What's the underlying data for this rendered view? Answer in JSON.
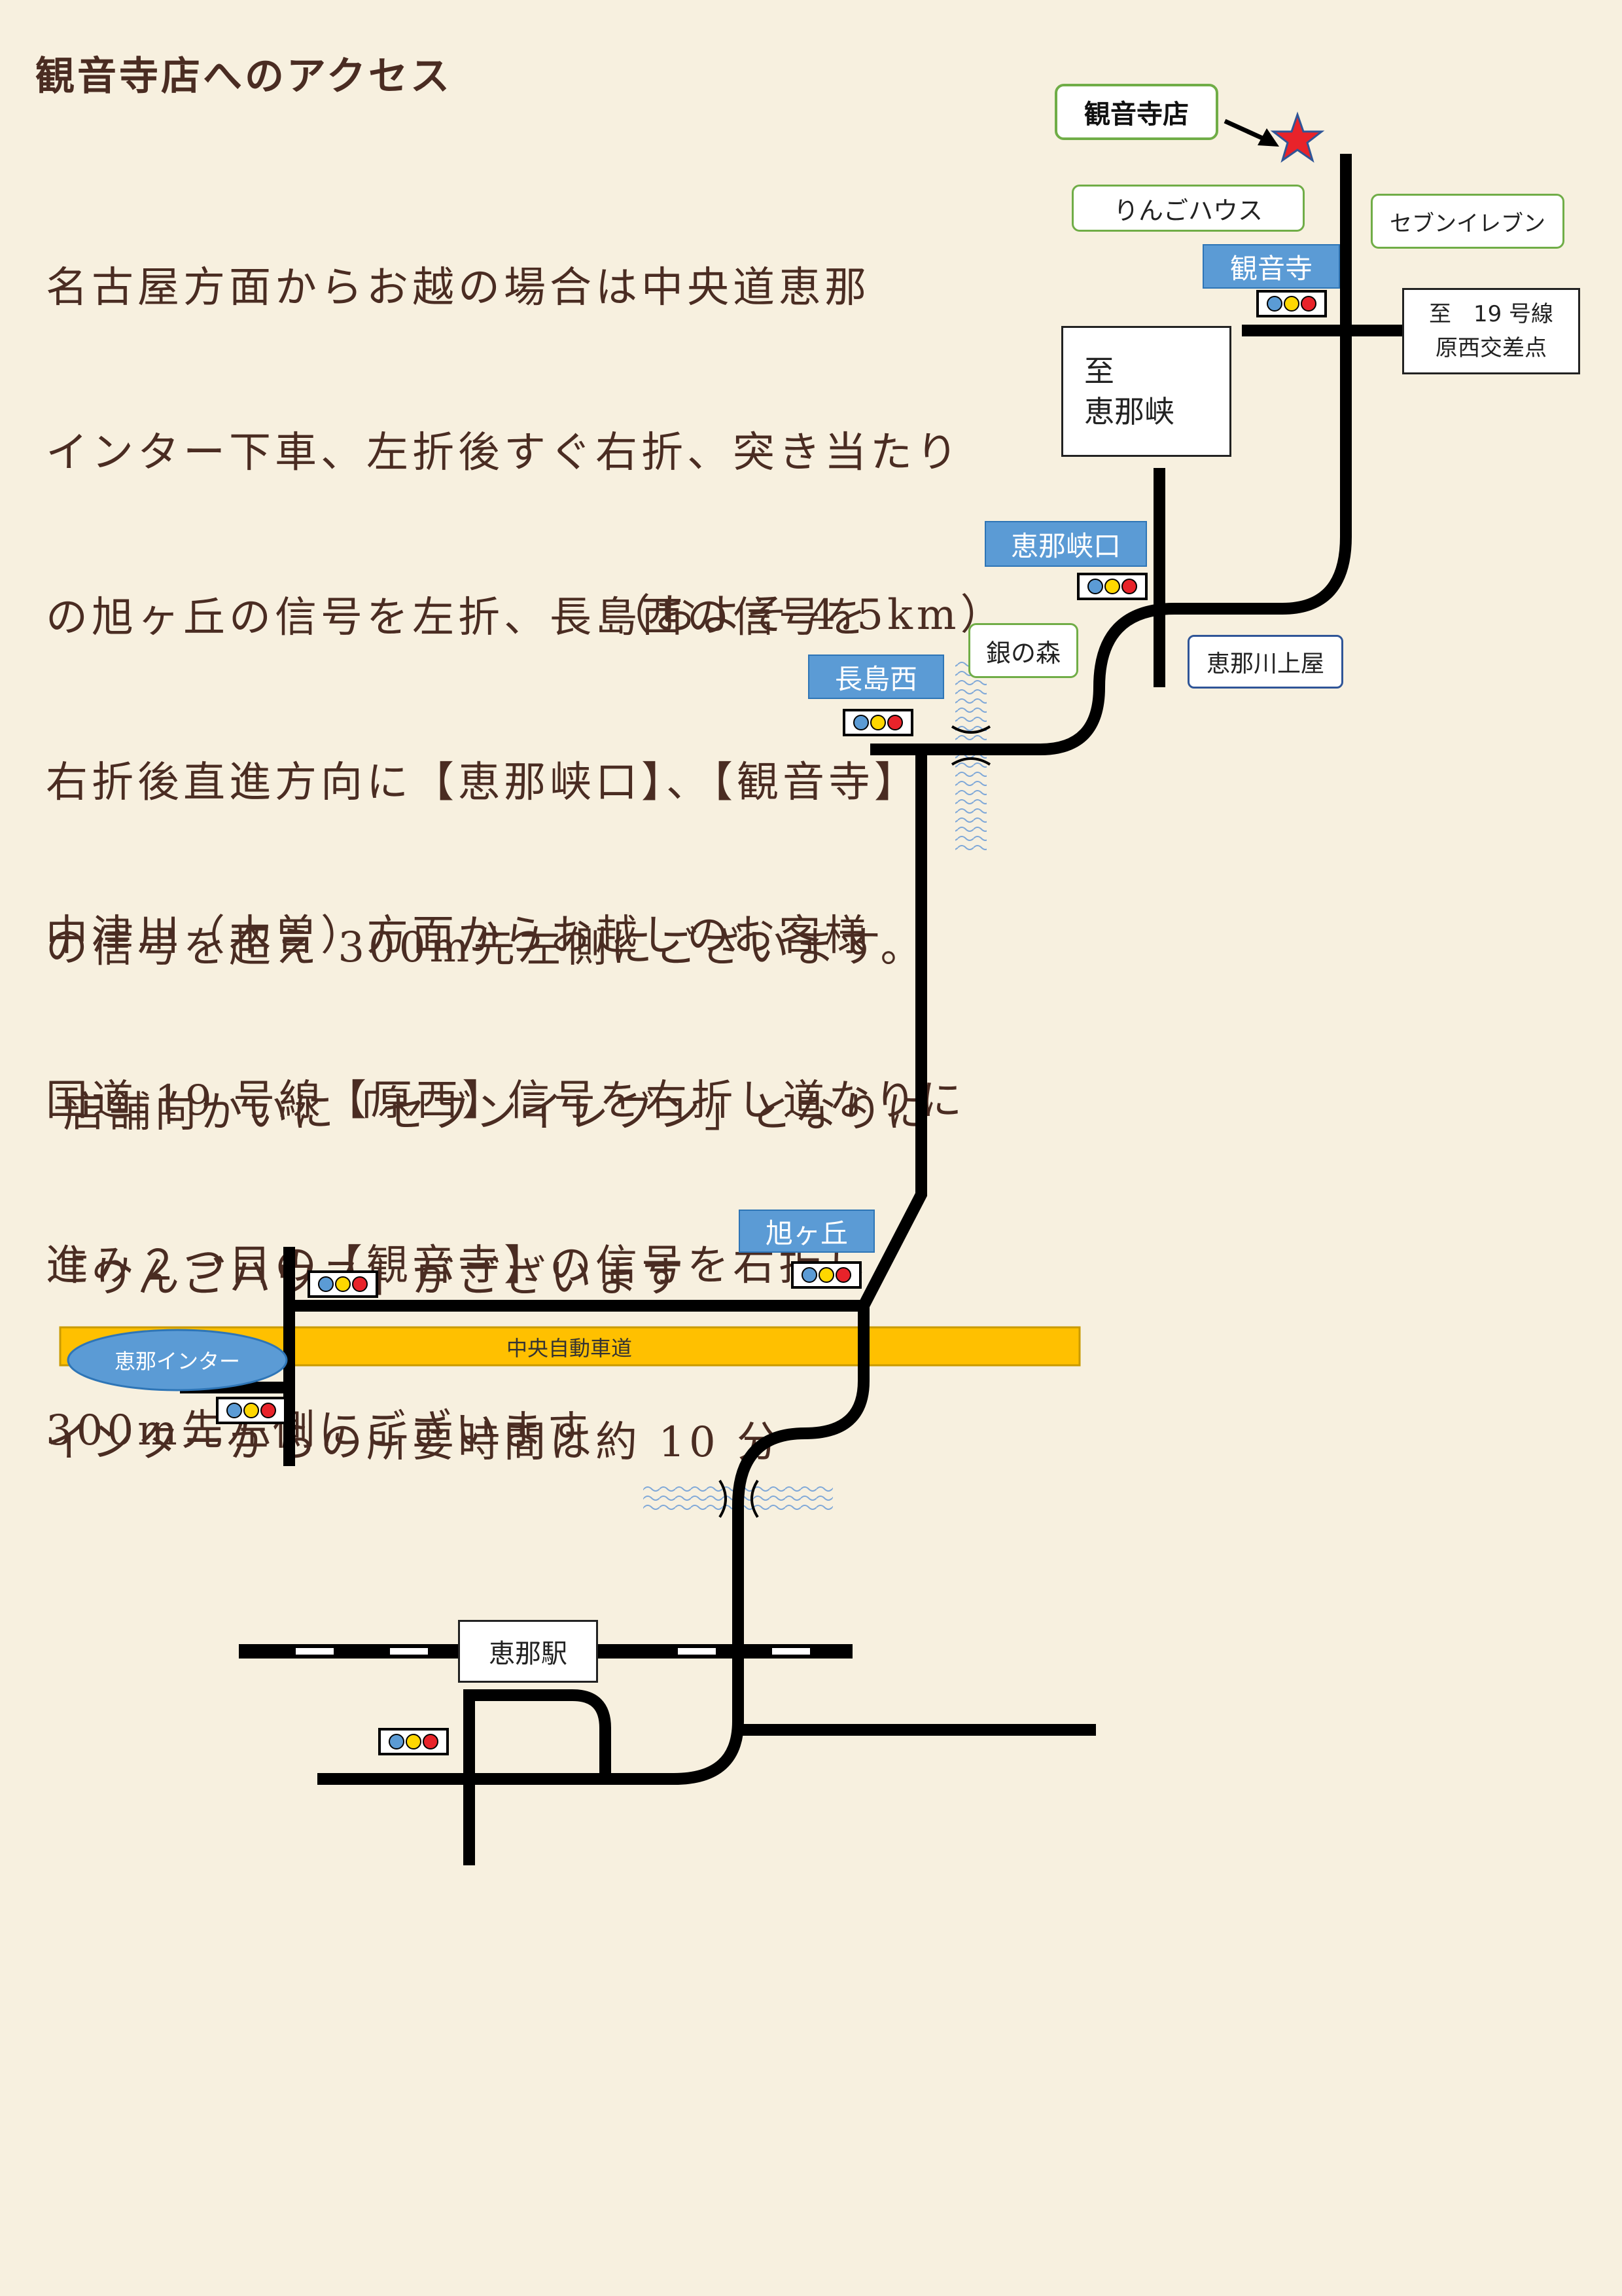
{
  "title": "観音寺店へのアクセス",
  "nagoya_directions": {
    "lines": [
      "名古屋方面からお越の場合は中央道恵那",
      "インター下車、左折後すぐ右折、突き当たり",
      "の旭ヶ丘の信号を左折、長島西の信号を",
      "右折後直進方向に【恵那峡口】、【観音寺】",
      "の信号を超え 300m先左側にございます。",
      " 店舗向かいに「セブンイレブン」となりに",
      "「りんごハウス」がございます",
      "インターからの所要時間は約 10 分"
    ],
    "distance": "（およそ 4.5km）"
  },
  "nakatsugawa_directions": {
    "lines": [
      "中津川（木曽）方面からお越しのお客様",
      "国道 19 号線【原西】信号を右折し道なりに",
      "進み２つ目の【観音寺】の信号を右折し",
      "300m先左側にございます"
    ]
  },
  "map": {
    "store_label": "観音寺店",
    "landmarks": {
      "ringo_house": "りんごハウス",
      "seven_eleven": "セブンイレブン",
      "gin_no_mori": "銀の森",
      "ena_kawakamiya": "恵那川上屋"
    },
    "signals": {
      "kannonji": "観音寺",
      "enakyo_guchi": "恵那峡口",
      "nagashima_nishi": "長島西",
      "asahigaoka": "旭ヶ丘"
    },
    "destinations": {
      "to_enakyo_line1": "至",
      "to_enakyo_line2": "恵那峡",
      "to_route19_line1": "至　19 号線",
      "to_route19_line2": "原西交差点"
    },
    "ena_interchange": "恵那インター",
    "expressway": "中央自動車道",
    "ena_station": "恵那駅"
  },
  "colors": {
    "road": "#000000",
    "expressway": "#ffc000",
    "signal_box": "#5b9bd5",
    "landmark_border": "#70ad47",
    "store_star": "#e8232a"
  }
}
